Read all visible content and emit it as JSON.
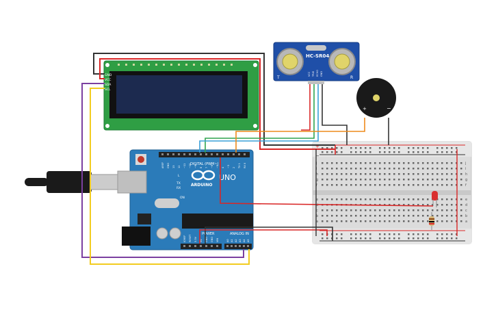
{
  "lcd": {
    "pin_labels": [
      "GND",
      "VCC",
      "SDA",
      "SCL"
    ]
  },
  "ultrasonic": {
    "model": "HC-SR04",
    "left_mark": "T",
    "right_mark": "R",
    "pin_labels": [
      "VCC",
      "TRIG",
      "ECHO",
      "GND"
    ]
  },
  "buzzer": {
    "plus": "+",
    "minus": "−"
  },
  "arduino": {
    "brand": "ARDUINO",
    "model": "UNO",
    "digital_label": "DIGITAL (PWM~)",
    "power_label": "POWER",
    "analog_label": "ANALOG IN",
    "top_pins": [
      "AREF",
      "GND",
      "13",
      "12",
      "~11",
      "~10",
      "~9",
      "8",
      "7",
      "~6",
      "~5",
      "4",
      "~3",
      "2",
      "TX 1",
      "RX 0"
    ],
    "power_pins": [
      "IOREF",
      "RESET",
      "3.3V",
      "5V",
      "GND",
      "GND",
      "VIN"
    ],
    "analog_pins": [
      "A0",
      "A1",
      "A2",
      "A3",
      "A4",
      "A5"
    ],
    "led_labels": [
      "L",
      "TX",
      "RX"
    ],
    "on_label": "ON"
  },
  "breadboard": {
    "row_letters_top": [
      "j",
      "i",
      "h",
      "g",
      "f"
    ],
    "row_letters_bottom": [
      "e",
      "d",
      "c",
      "b",
      "a"
    ],
    "plus": "+",
    "minus": "−"
  },
  "colors": {
    "wire_black": "#333333",
    "wire_red": "#d92626",
    "wire_purple": "#7b3fa0",
    "wire_yellow": "#f2cc1f",
    "wire_orange": "#ee8a1b",
    "wire_green": "#2ea44f",
    "wire_blue": "#3aa0d8",
    "arduino_board": "#2b7bb9",
    "lcd_board": "#2f9e44",
    "lcd_screen": "#1c2a4f",
    "sensor_board": "#1f4fa8"
  }
}
